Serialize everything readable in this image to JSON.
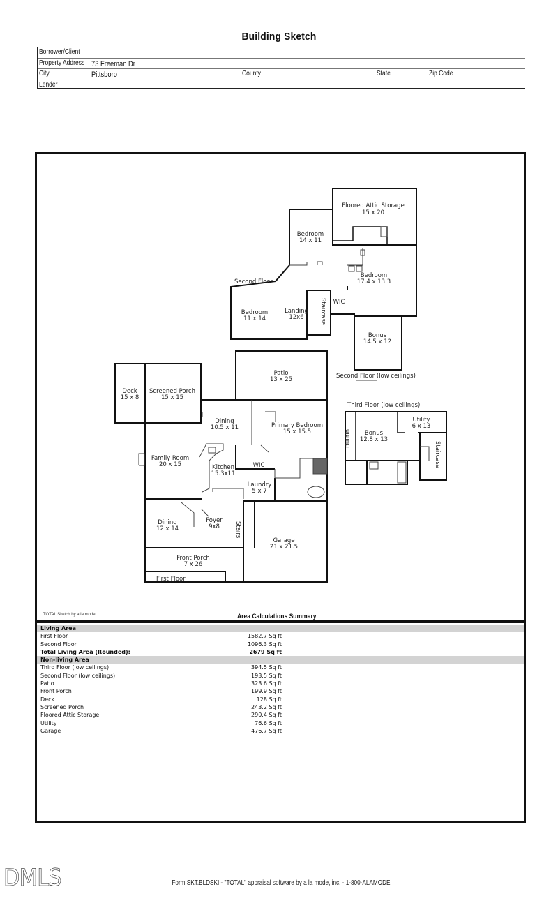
{
  "document": {
    "title": "Building Sketch",
    "header": {
      "borrower_label": "Borrower/Client",
      "borrower_value": "",
      "address_label": "Property Address",
      "address_value": "73 Freeman Dr",
      "city_label": "City",
      "city_value": "Pittsboro",
      "county_label": "County",
      "state_label": "State",
      "zip_label": "Zip Code",
      "lender_label": "Lender"
    }
  },
  "sketch": {
    "floors": {
      "second": "Second Floor",
      "second_low": "Second Floor (low ceilings)",
      "third_low": "Third Floor (low ceilings)",
      "first": "First Floor"
    },
    "rooms": {
      "attic_name": "Floored Attic Storage",
      "attic_dim": "15 x 20",
      "bed1_name": "Bedroom",
      "bed1_dim": "14 x 11",
      "bed2_name": "Bedroom",
      "bed2_dim": "17.4 x 13.3",
      "bed3_name": "Bedroom",
      "bed3_dim": "11 x 14",
      "landing_name": "Landing",
      "landing_dim": "12x6",
      "staircase2": "Staircase",
      "wic2": "WIC",
      "bonus2_name": "Bonus",
      "bonus2_dim": "14.5 x 12",
      "patio_name": "Patio",
      "patio_dim": "13 x 25",
      "deck_name": "Deck",
      "deck_dim": "15 x 8",
      "screened_name": "Screened Porch",
      "screened_dim": "15 x 15",
      "dining1_name": "Dining",
      "dining1_dim": "10.5 x 11",
      "primary_name": "Primary Bedroom",
      "primary_dim": "15 x 15.5",
      "family_name": "Family Room",
      "family_dim": "20 x 15",
      "kitchen_name": "Kitchen",
      "kitchen_dim": "15.3x11",
      "wic1": "WIC",
      "laundry_name": "Laundry",
      "laundry_dim": "5 x 7",
      "dining2_name": "Dining",
      "dining2_dim": "12 x 14",
      "foyer_name": "Foyer",
      "foyer_dim": "9x8",
      "stairs": "Stairs",
      "garage_name": "Garage",
      "garage_dim": "21 x 21.5",
      "frontporch_name": "Front Porch",
      "frontporch_dim": "7 x 26",
      "builtin": "BuiltIn",
      "bonus3_name": "Bonus",
      "bonus3_dim": "12.8 x 13",
      "utility_name": "Utility",
      "utility_dim": "6 x 13",
      "staircase3": "Staircase"
    },
    "credit": "TOTAL Sketch by a la mode"
  },
  "summary": {
    "title": "Area Calculations Summary",
    "rows": [
      {
        "label": "Living Area",
        "value": "",
        "type": "section"
      },
      {
        "label": "First Floor",
        "value": "1582.7 Sq ft",
        "type": "normal"
      },
      {
        "label": "Second Floor",
        "value": "1096.3 Sq ft",
        "type": "normal"
      },
      {
        "label": "Total Living Area (Rounded):",
        "value": "2679 Sq ft",
        "type": "bold"
      },
      {
        "label": "Non-living Area",
        "value": "",
        "type": "section"
      },
      {
        "label": "Third Floor (low ceilings)",
        "value": "394.5 Sq ft",
        "type": "normal"
      },
      {
        "label": "Second Floor (low ceilings)",
        "value": "193.5 Sq ft",
        "type": "normal"
      },
      {
        "label": "Patio",
        "value": "323.6 Sq ft",
        "type": "normal"
      },
      {
        "label": "Front Porch",
        "value": "199.9 Sq ft",
        "type": "normal"
      },
      {
        "label": "Deck",
        "value": "128 Sq ft",
        "type": "normal"
      },
      {
        "label": "Screened Porch",
        "value": "243.2 Sq ft",
        "type": "normal"
      },
      {
        "label": "Floored Attic Storage",
        "value": "290.4 Sq ft",
        "type": "normal"
      },
      {
        "label": "Utility",
        "value": "76.6 Sq ft",
        "type": "normal"
      },
      {
        "label": "Garage",
        "value": "476.7 Sq ft",
        "type": "normal"
      }
    ]
  },
  "footer": {
    "logo": "DMLS",
    "text": "Form SKT.BLDSKI - \"TOTAL\" appraisal software by a la mode, inc. - 1-800-ALAMODE"
  }
}
